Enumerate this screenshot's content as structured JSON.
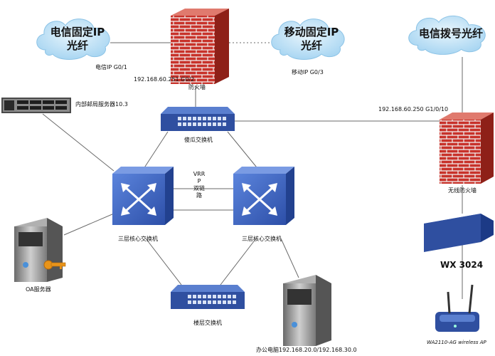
{
  "clouds": {
    "telecom_fixed": {
      "line1": "电信固定IP",
      "line2": "光纤"
    },
    "mobile_fixed": {
      "line1": "移动固定IP",
      "line2": "光纤"
    },
    "telecom_dialup": {
      "line1": "电信拨号光纤"
    }
  },
  "labels": {
    "telecom_port": "电信IP G0/1",
    "mobile_port": "移动IP G0/3",
    "firewall_ip": "192.168.60.251 G0/2",
    "firewall_name": "防火墙",
    "mail_server": "内部邮局服务器10.3",
    "dumb_switch": "傻瓜交换机",
    "wireless_fw_ip": "192.168.60.250 G1/0/10",
    "wireless_fw_name": "无线防火墙",
    "vrrp": [
      "VRR",
      "P",
      "双链",
      "路"
    ],
    "core_left": "三层核心交换机",
    "core_right": "三层核心交换机",
    "oa_server": "OA服务器",
    "floor_switch": "楼层交换机",
    "office_pc": "办公电脑192.168.20.0/192.168.30.0",
    "wx": "WX 3024",
    "ap": "WA2110-AG wireless AP"
  },
  "colors": {
    "cloud": "#bfe3f7",
    "brick": "#c8322a",
    "mortar": "#f2f2f2",
    "core_switch": "#3d67c7",
    "switch_body": "#2f4fa0",
    "line": "#6a6a6a"
  }
}
